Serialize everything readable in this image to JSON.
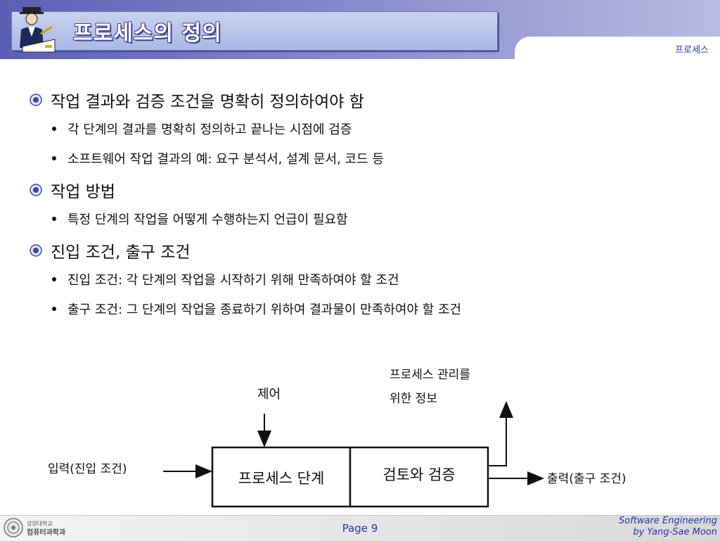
{
  "header": {
    "title": "프로세스의 정의",
    "section": "프로세스"
  },
  "content": [
    {
      "text": "작업 결과와 검증 조건을 명확히 정의하여야 함",
      "subs": [
        "각 단계의 결과를 명확히 정의하고 끝나는 시점에 검증",
        "소프트웨어 작업 결과의 예: 요구 분석서, 설계 문서, 코드 등"
      ]
    },
    {
      "text": "작업 방법",
      "subs": [
        "특정 단계의 작업을 어떻게 수행하는지 언급이 필요함"
      ]
    },
    {
      "text": "진입 조건, 출구 조건",
      "subs": [
        "진입 조건: 각 단계의 작업을 시작하기 위해 만족하여야 할 조건",
        "출구 조건: 그 단계의 작업을 종료하기 위하여 결과물이 만족하여야 할 조건"
      ]
    }
  ],
  "diagram": {
    "input": "입력(진입 조건)",
    "control": "제어",
    "stage": "프로세스 단계",
    "review": "검토와 검증",
    "info_line1": "프로세스 관리를",
    "info_line2": "위한 정보",
    "output": "출력(출구 조건)"
  },
  "footer": {
    "logo_line1": "강원대학교",
    "logo_line2": "컴퓨터과학과",
    "page": "Page 9",
    "credit_line1": "Software Engineering",
    "credit_line2": "by Yang-Sae Moon"
  },
  "colors": {
    "accent": "#2a33a8",
    "header": "#6b6fbf"
  }
}
